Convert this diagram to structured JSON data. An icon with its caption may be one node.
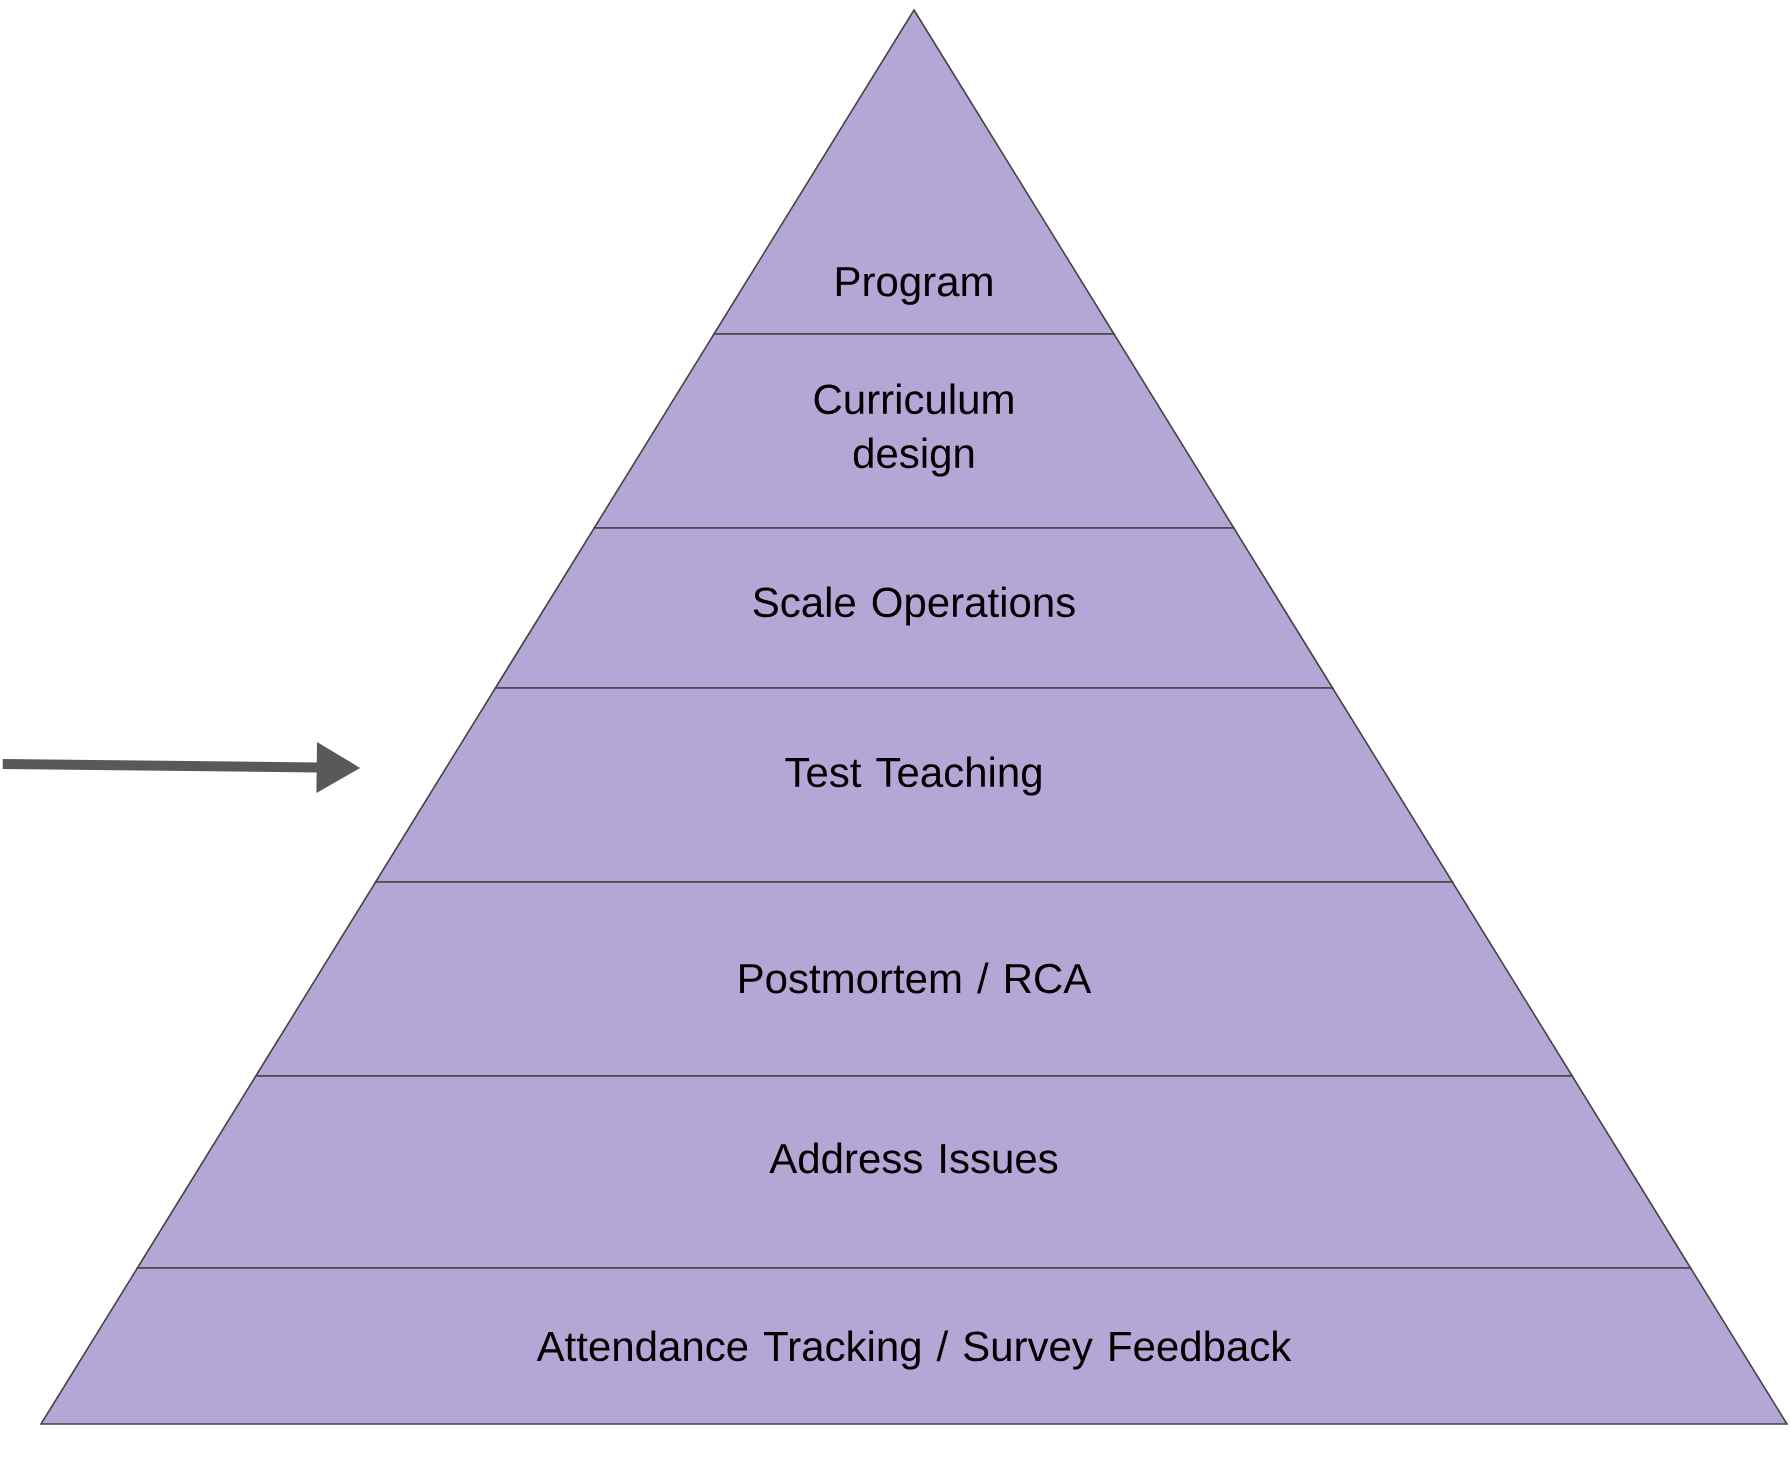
{
  "diagram": {
    "nodes": [
      {
        "text": [
          "Program"
        ]
      },
      {
        "text": [
          "Curriculum design"
        ]
      },
      {
        "text": [
          "Scale Operations"
        ]
      },
      {
        "text": [
          "Test Teaching"
        ]
      },
      {
        "text": [
          "Postmortem / RCA"
        ]
      },
      {
        "text": [
          "Address Issues"
        ]
      },
      {
        "text": [
          "Attendance Tracking / Survey Feedback"
        ]
      }
    ],
    "edges": [
      {
        "from": null,
        "to": 3,
        "arrow": "to"
      }
    ]
  }
}
